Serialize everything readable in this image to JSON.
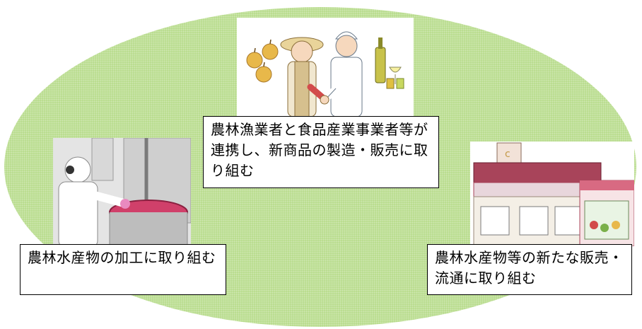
{
  "background_color": "#b8dc8c",
  "illustrations": {
    "handshake": "farmer-and-food-company-handshake-image",
    "factory": "food-processing-worker-image",
    "store": "farm-store-building-image"
  },
  "captions": {
    "center": "農林漁業者と食品産業事業者等が連携し、新商品の製造・販売に取り組む",
    "left": "農林水産物の加工に取り組む",
    "right": "農林水産物等の新たな販売・流通に取り組む"
  }
}
